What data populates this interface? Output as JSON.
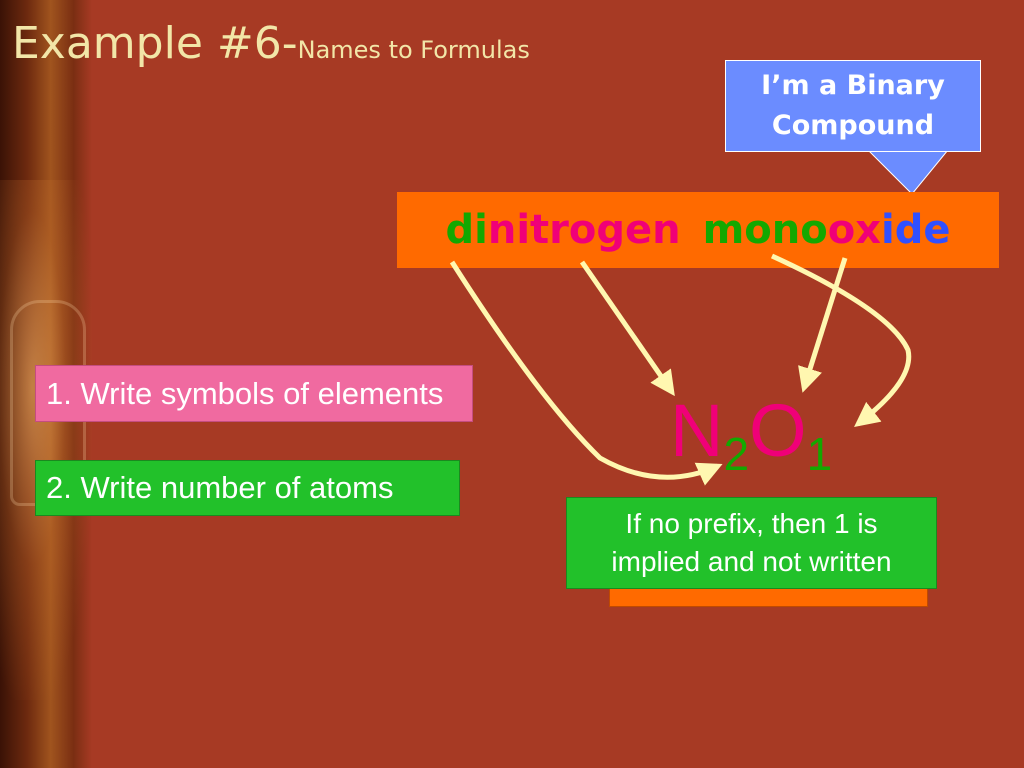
{
  "slide": {
    "title_main": "Example #6-",
    "title_sub": "Names to Formulas"
  },
  "callout": {
    "line1": "I’m a Binary",
    "line2": "Compound"
  },
  "compound_name": {
    "parts": [
      "di",
      "nitrogen",
      "mono",
      "ox",
      "ide"
    ]
  },
  "formula": {
    "symbol1": "N",
    "count1": "2",
    "symbol2": "O",
    "count2": "1"
  },
  "steps": [
    {
      "label": "1. Write symbols of elements"
    },
    {
      "label": "2. Write number of atoms"
    }
  ],
  "note": {
    "line1": "If no prefix, then 1 is",
    "line2": "implied and not written"
  },
  "colors": {
    "background": "#a73a24",
    "name_box": "#ff6a00",
    "prefix_green": "#13a800",
    "root_magenta": "#f00078",
    "suffix_blue": "#3050ff",
    "callout_blue": "#6b8cff",
    "arrow_yellow": "#fff7b0"
  }
}
